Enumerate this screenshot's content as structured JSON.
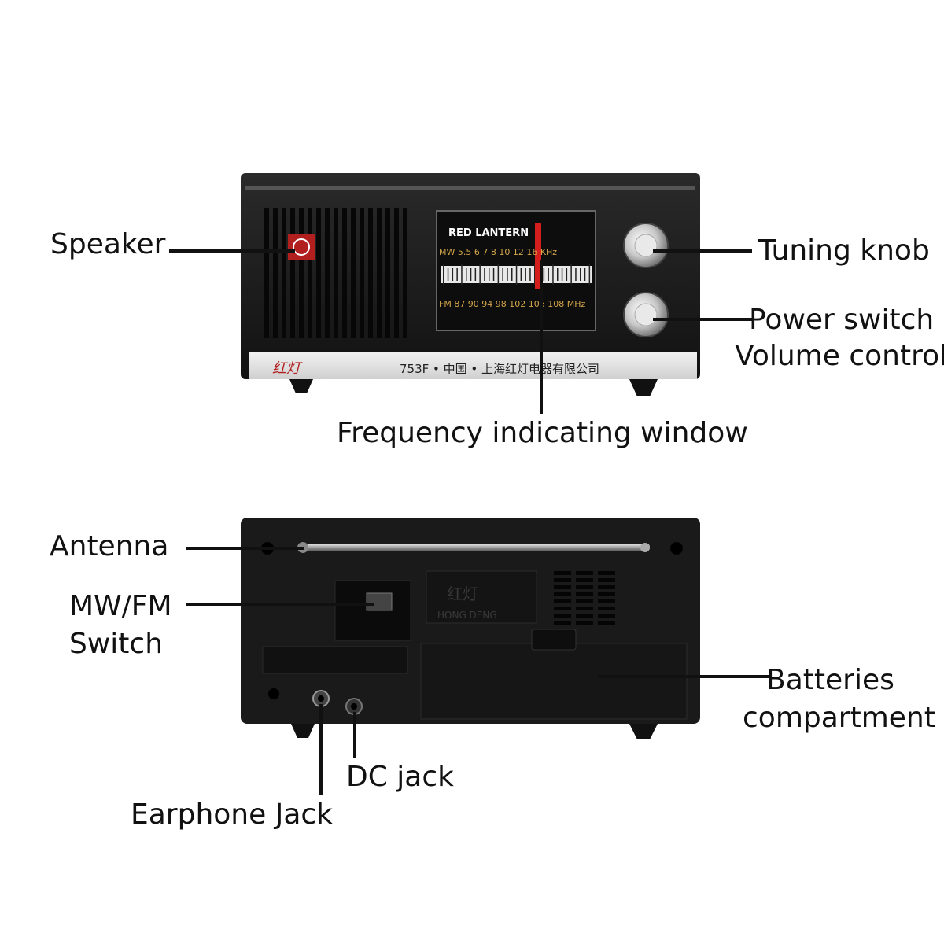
{
  "front": {
    "dial_title": "RED LANTERN",
    "mw_scale": "MW 5.5 6 7 8 10 12 16 KHz",
    "fm_scale": "FM 87 90 94 98 102 106 108 MHz",
    "brand_glyphs": "红灯",
    "model_text": "753F • 中国 • 上海红灯电器有限公司"
  },
  "back": {
    "brand_glyphs": "红灯",
    "brand_roman": "HONG DENG"
  },
  "labels": {
    "speaker": "Speaker",
    "tuning_knob": "Tuning knob",
    "power_switch": "Power switch",
    "volume_control": "Volume control",
    "frequency_window": "Frequency indicating window",
    "antenna": "Antenna",
    "mwfm_1": "MW/FM",
    "mwfm_2": "Switch",
    "batteries_1": "Batteries",
    "batteries_2": "compartment",
    "dc_jack": "DC jack",
    "earphone_jack": "Earphone Jack"
  }
}
